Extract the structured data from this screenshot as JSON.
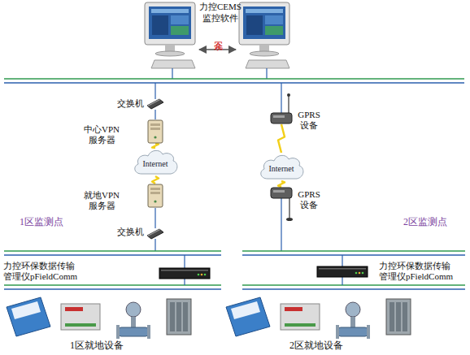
{
  "diagram": {
    "nodes": [
      {
        "text": [
          "交换机"
        ]
      },
      {
        "text": [
          "中心VPN 服务器"
        ]
      },
      {
        "text": [
          "Internet"
        ]
      },
      {
        "text": [
          "就地VPN 服务器"
        ]
      },
      {
        "text": [
          "交换机"
        ]
      },
      {
        "text": [
          "GPRS 设备"
        ]
      },
      {
        "text": [
          "Internet"
        ]
      },
      {
        "text": [
          "GPRS 设备"
        ]
      },
      {
        "text": [
          "力控环保数据传输 管理仪pFieldComm"
        ]
      },
      {
        "text": [
          "力控环保数据传输 管理仪pFieldComm"
        ]
      }
    ],
    "edges": [
      {
        "from": 0,
        "to": 1,
        "arrow": "none"
      },
      {
        "from": 1,
        "to": 2,
        "arrow": "none"
      },
      {
        "from": 2,
        "to": 3,
        "arrow": "none"
      },
      {
        "from": 3,
        "to": 4,
        "arrow": "none"
      },
      {
        "from": 5,
        "to": 6,
        "arrow": "none"
      },
      {
        "from": 6,
        "to": 7,
        "arrow": "none"
      }
    ],
    "labels": [
      "力控CEMS 监控软件",
      "冗余",
      "1区监测点",
      "2区监测点",
      "1区就地设备",
      "2区就地设备"
    ]
  }
}
